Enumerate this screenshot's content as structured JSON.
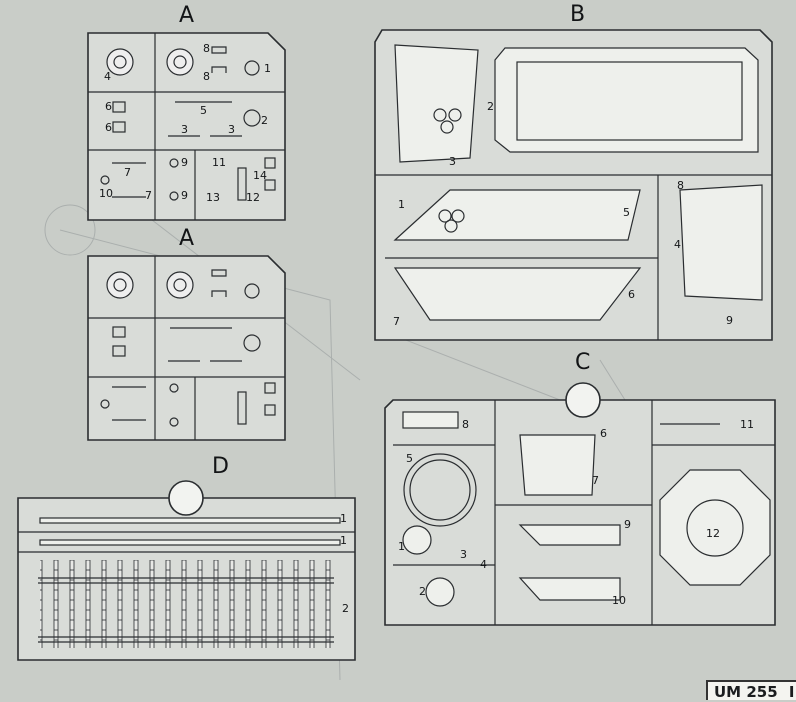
{
  "sprues": {
    "A1": {
      "letter": "A"
    },
    "A2": {
      "letter": "A"
    },
    "B": {
      "letter": "B"
    },
    "C": {
      "letter": "C"
    },
    "D": {
      "letter": "D"
    }
  },
  "part_numbers": {
    "A": [
      "4",
      "8",
      "8",
      "1",
      "6",
      "6",
      "5",
      "2",
      "3",
      "3",
      "7",
      "10",
      "7",
      "9",
      "9",
      "11",
      "13",
      "14",
      "12"
    ],
    "B": [
      "2",
      "3",
      "1",
      "5",
      "8",
      "4",
      "6",
      "7",
      "9"
    ],
    "C": [
      "8",
      "6",
      "7",
      "5",
      "1",
      "3",
      "2",
      "4",
      "9",
      "10",
      "11",
      "12"
    ],
    "D": [
      "1",
      "1",
      "2"
    ]
  },
  "footer": {
    "code": "UM 255",
    "suffix": "I"
  },
  "colors": {
    "paper": "#c9cdc8",
    "line": "#2a2d30",
    "panel": "#d9dcd8"
  }
}
